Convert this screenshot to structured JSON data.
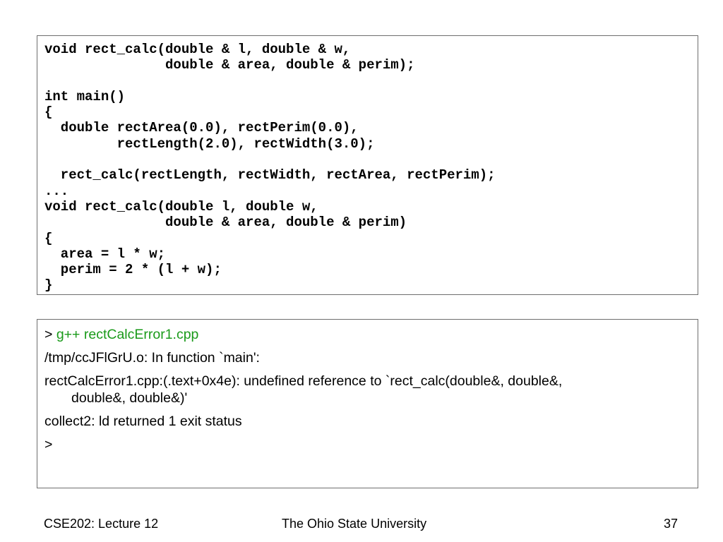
{
  "code_lines": [
    "void rect_calc(double & l, double & w,",
    "               double & area, double & perim);",
    "",
    "int main()",
    "{",
    "  double rectArea(0.0), rectPerim(0.0),",
    "         rectLength(2.0), rectWidth(3.0);",
    "",
    "  rect_calc(rectLength, rectWidth, rectArea, rectPerim);",
    "...",
    "void rect_calc(double l, double w,",
    "               double & area, double & perim)",
    "{",
    "  area = l * w;",
    "  perim = 2 * (l + w);",
    "}"
  ],
  "terminal": {
    "prompt": ">",
    "command": "g++ rectCalcError1.cpp",
    "line2": "/tmp/ccJFlGrU.o: In function `main':",
    "line3_a": "rectCalcError1.cpp:(.text+0x4e): undefined reference to `rect_calc(double&, double&,",
    "line3_b": "double&, double&)'",
    "line4": "collect2: ld returned 1 exit status",
    "line5": ">"
  },
  "footer": {
    "left": "CSE202: Lecture 12",
    "center": "The Ohio State University",
    "right": "37"
  }
}
